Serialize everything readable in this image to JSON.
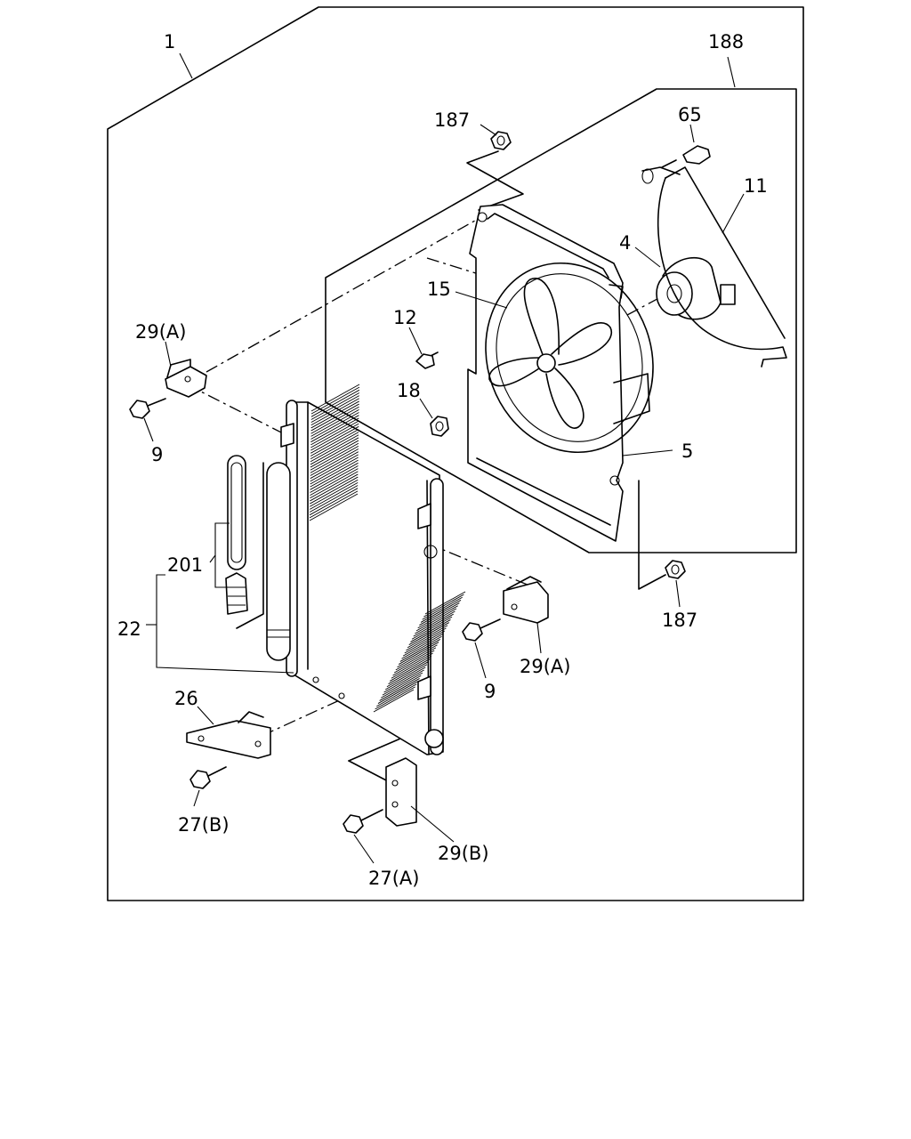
{
  "callouts": {
    "c1": "1",
    "c188": "188",
    "c187_top": "187",
    "c65": "65",
    "c11": "11",
    "c4": "4",
    "c15": "15",
    "c12": "12",
    "c18": "18",
    "c29a_left": "29(A)",
    "c9_left": "9",
    "c5": "5",
    "c201": "201",
    "c22": "22",
    "c187_bottom": "187",
    "c29a_right": "29(A)",
    "c9_right": "9",
    "c26": "26",
    "c27b": "27(B)",
    "c29b": "29(B)",
    "c27a": "27(A)"
  }
}
